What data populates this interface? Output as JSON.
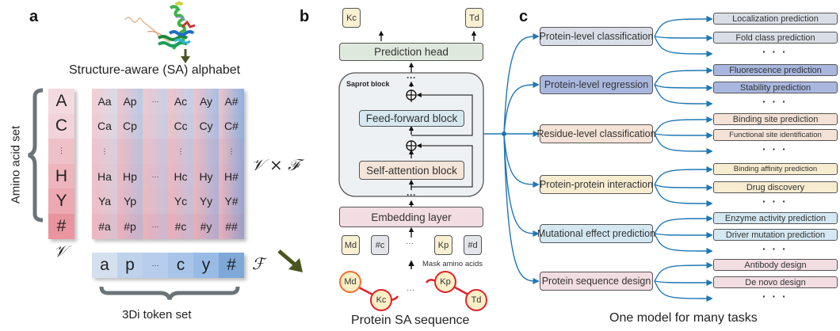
{
  "panel_a": {
    "label": "a",
    "title": "Structure-aware (SA) alphabet",
    "amino_acid_set_label": "Amino acid set",
    "amino_acids": [
      "A",
      "C",
      "⋮",
      "H",
      "Y",
      "#"
    ],
    "v_symbol": "𝒱",
    "vxf_symbol": "𝒱 × ℱ",
    "f_symbol": "ℱ",
    "sa_grid": [
      [
        "Aa",
        "Ap",
        "···",
        "Ac",
        "Ay",
        "A#"
      ],
      [
        "Ca",
        "Cp",
        "",
        "Cc",
        "Cy",
        "C#"
      ],
      [
        "⋮",
        "",
        "",
        "⋮",
        "",
        "⋮"
      ],
      [
        "Ha",
        "Hp",
        "···",
        "Hc",
        "Hy",
        "H#"
      ],
      [
        "Ya",
        "Yp",
        "",
        "Yc",
        "Yy",
        "Y#"
      ],
      [
        "#a",
        "#p",
        "···",
        "#c",
        "#y",
        "##"
      ]
    ],
    "foldseek_tokens": [
      "a",
      "p",
      "···",
      "c",
      "y",
      "#"
    ],
    "token_set_label": "3Di token set",
    "colors": {
      "amino_red": "#e8909a",
      "foldseek_blue": "#7ea8d8",
      "arrow_olive": "#4a5520"
    }
  },
  "panel_b": {
    "label": "b",
    "outputs": [
      "Kc",
      "Td"
    ],
    "prediction_head": "Prediction head",
    "saprot_block_label": "Saprot block",
    "feed_forward": "Feed-forward block",
    "self_attention": "Self-attention block",
    "embedding": "Embedding layer",
    "input_tokens": [
      "Md",
      "#c",
      "···",
      "Kp",
      "#d"
    ],
    "mask_label": "Mask amino acids",
    "sequence_residues": [
      "Md",
      "Kc",
      "···",
      "Kp",
      "Td"
    ],
    "caption": "Protein SA sequence",
    "ellipsis": "···",
    "colors": {
      "token_yellow": "#faf0d2",
      "token_gray": "#e4e5ea",
      "pred_head": "#dfe8dc",
      "ffn": "#d6e8f0",
      "attn": "#f5e4d8",
      "embed": "#f2dde3",
      "block_bg": "#eef1f4",
      "residue_red": "#e0222a"
    }
  },
  "panel_c": {
    "label": "c",
    "caption": "One model for many tasks",
    "ellipsis": "· · ·",
    "categories": [
      {
        "name": "Protein-level classification",
        "color": "#d9dee6",
        "tasks": [
          "Localization prediction",
          "Fold class prediction"
        ]
      },
      {
        "name": "Protein-level regression",
        "color": "#a9b7df",
        "tasks": [
          "Fluorescence prediction",
          "Stability prediction"
        ]
      },
      {
        "name": "Residue-level classification",
        "color": "#f4e2d6",
        "tasks": [
          "Binding site prediction",
          "Functional site identification"
        ]
      },
      {
        "name": "Protein-protein interaction",
        "color": "#f8ecd0",
        "tasks": [
          "Binding affinity prediction",
          "Drug discovery"
        ]
      },
      {
        "name": "Mutational effect prediction",
        "color": "#d4e8f2",
        "tasks": [
          "Enzyme activity prediction",
          "Driver mutation prediction"
        ]
      },
      {
        "name": "Protein sequence design",
        "color": "#f2dde3",
        "tasks": [
          "Antibody design",
          "De novo design"
        ]
      }
    ],
    "colors": {
      "connector_blue": "#1f77b4"
    }
  }
}
